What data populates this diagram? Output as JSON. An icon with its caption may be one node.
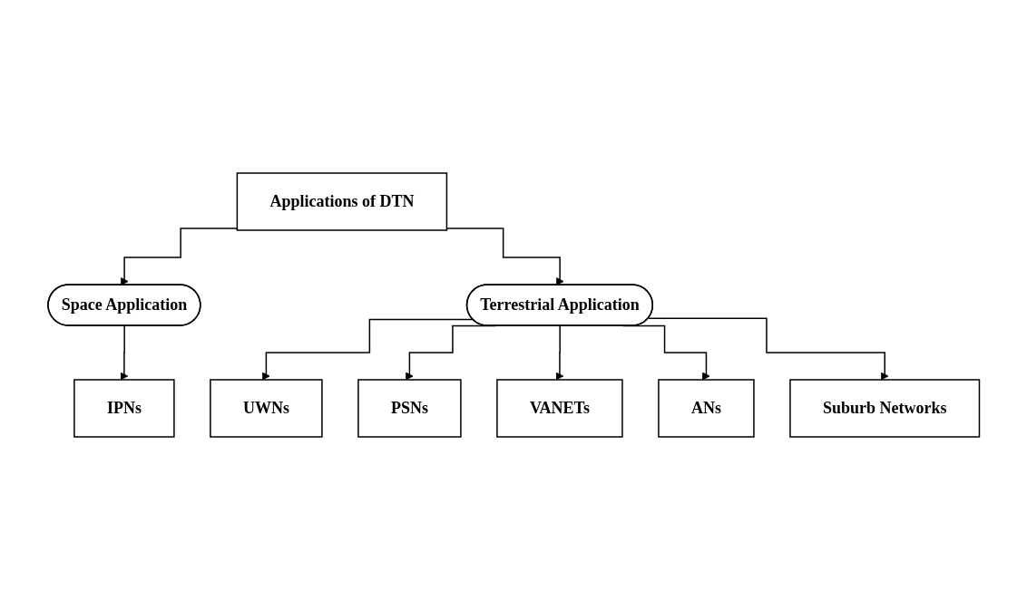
{
  "diagram": {
    "nodes": [
      {
        "text": [
          "Applications of DTN"
        ]
      },
      {
        "text": [
          "Space Application"
        ]
      },
      {
        "text": [
          "Terrestrial Application"
        ]
      },
      {
        "text": [
          "IPNs"
        ]
      },
      {
        "text": [
          "UWNs"
        ]
      },
      {
        "text": [
          "PSNs"
        ]
      },
      {
        "text": [
          "VANETs"
        ]
      },
      {
        "text": [
          "ANs"
        ]
      },
      {
        "text": [
          "Suburb Networks"
        ]
      }
    ],
    "edges": [
      {
        "from": 0,
        "to": 1,
        "arrow": "to"
      },
      {
        "from": 0,
        "to": 2,
        "arrow": "to"
      },
      {
        "from": 1,
        "to": 3,
        "arrow": "to"
      },
      {
        "from": 2,
        "to": 4,
        "arrow": "to"
      },
      {
        "from": 2,
        "to": 5,
        "arrow": "to"
      },
      {
        "from": 2,
        "to": 6,
        "arrow": "to"
      },
      {
        "from": 2,
        "to": 7,
        "arrow": "to"
      },
      {
        "from": 2,
        "to": 8,
        "arrow": "to"
      }
    ]
  }
}
